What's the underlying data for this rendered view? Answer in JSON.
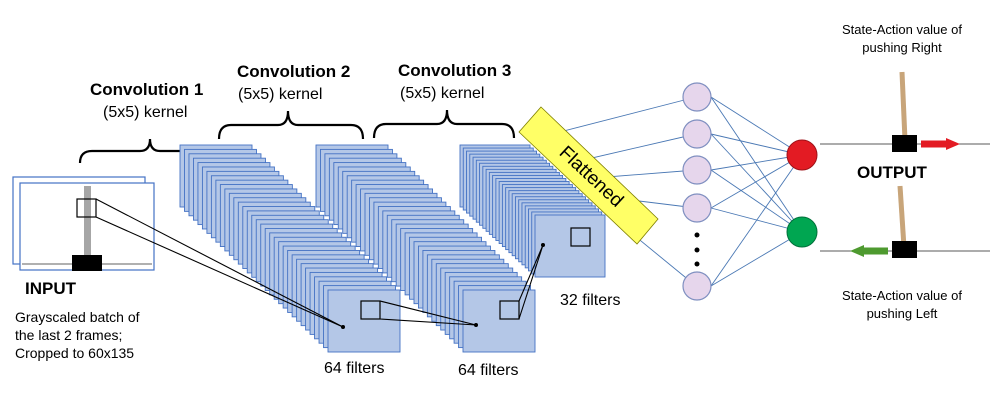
{
  "input": {
    "heading": "INPUT",
    "description_line1": "Grayscaled batch of",
    "description_line2": "the last 2 frames;",
    "description_line3": "Cropped to 60x135"
  },
  "conv1": {
    "title": "Convolution 1",
    "kernel": "(5x5) kernel",
    "stack_count": 34
  },
  "conv2": {
    "title": "Convolution 2",
    "kernel": "(5x5) kernel",
    "stack_count": 34,
    "filters_label": "64 filters"
  },
  "conv3": {
    "title": "Convolution 3",
    "kernel": "(5x5) kernel",
    "stack_count": 24,
    "filters_label": "32 filters"
  },
  "layer1_filters_label": "64 filters",
  "flatten_label": "Flattened",
  "output": {
    "heading": "OUTPUT",
    "right_label_line1": "State-Action value of",
    "right_label_line2": "pushing Right",
    "left_label_line1": "State-Action value of",
    "left_label_line2": "pushing Left"
  },
  "colors": {
    "feature_map_fill": "#b4c7e7",
    "feature_map_stroke": "#4472c4",
    "flatten_fill": "#ffff66",
    "hidden_node_fill": "#e6d6ec",
    "hidden_node_stroke": "#7f8fc0",
    "right_output_node": "#e31b23",
    "left_output_node": "#00a651",
    "right_arrow": "#e31b23",
    "left_arrow": "#4e9a2f",
    "pole": "#c8a57a",
    "cart": "#000000",
    "connection_line": "#4a78b4"
  }
}
